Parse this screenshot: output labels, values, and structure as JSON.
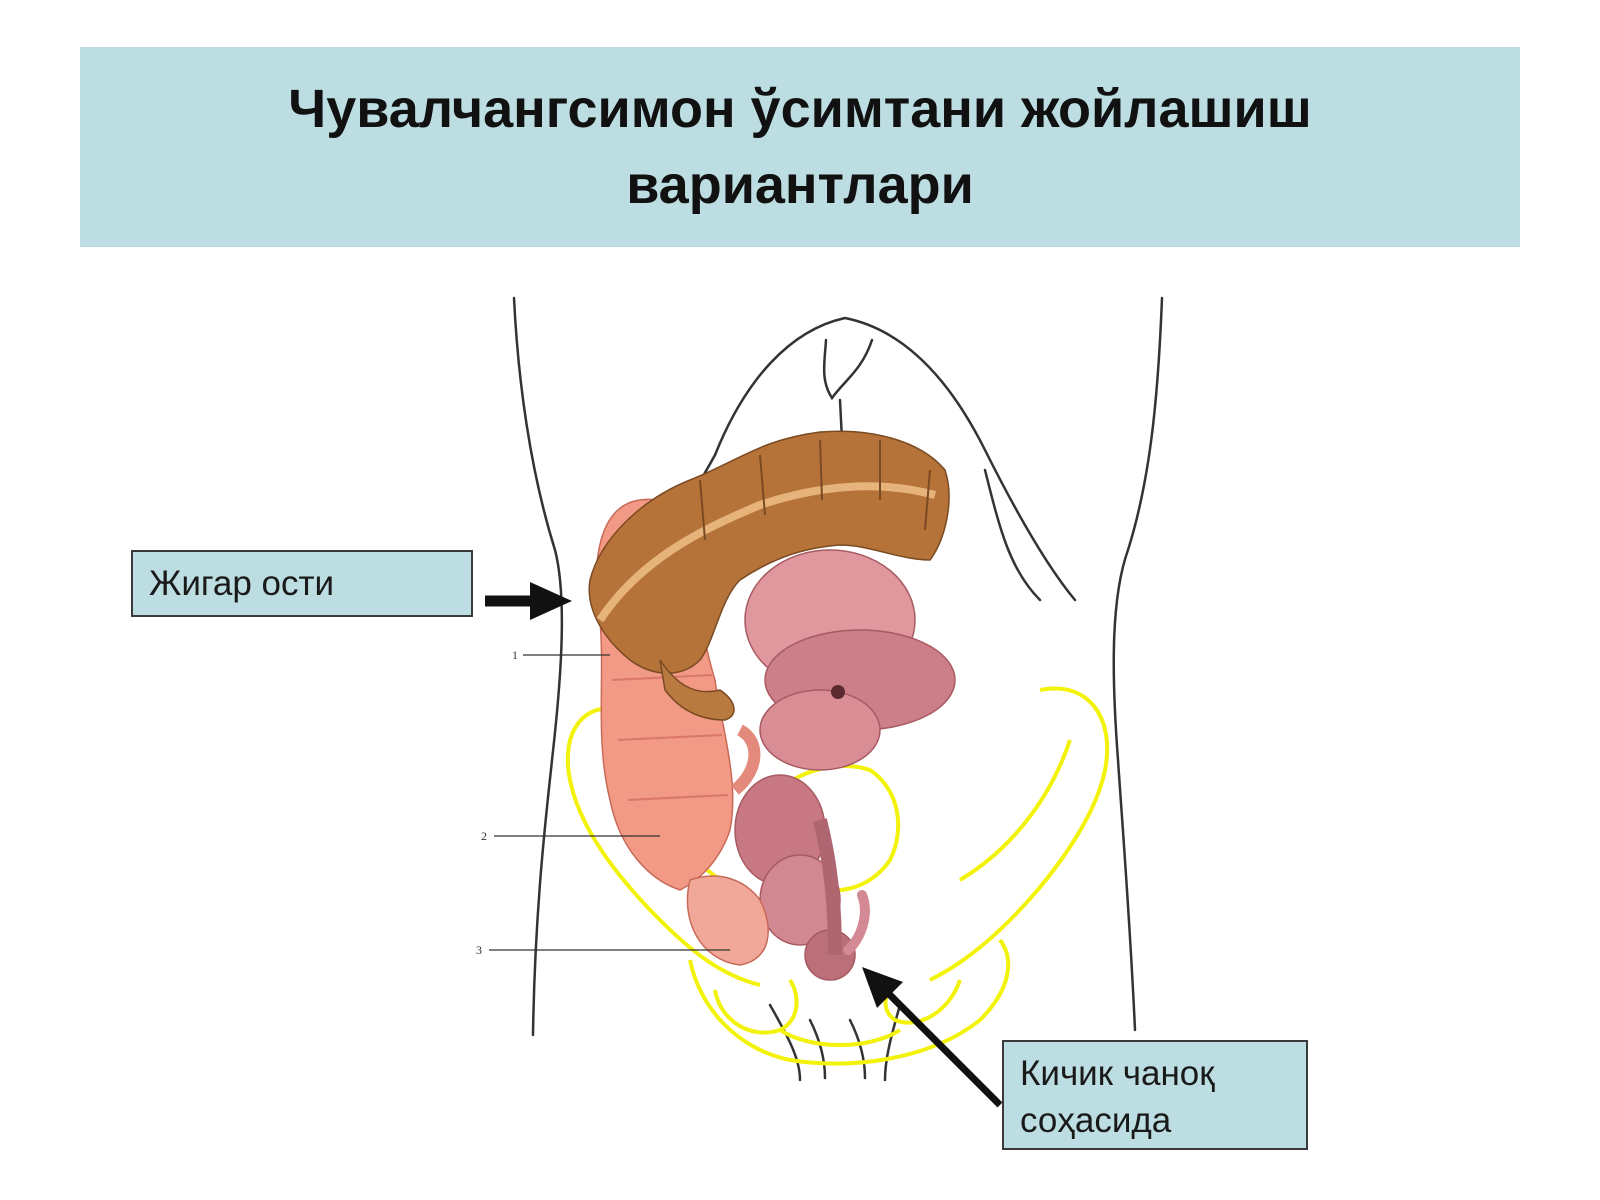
{
  "title": {
    "line1": "Чувалчангсимон ўсимтани жойлашиш",
    "line2": "вариантлари"
  },
  "labels": {
    "liver": "Жигар ости",
    "pelvis_line1": "Кичик чаноқ",
    "pelvis_line2": "соҳасида"
  },
  "figure_numbers": [
    "1",
    "2",
    "3"
  ],
  "colors": {
    "title_background": "#bcdde1",
    "label_background": "#bcdde1",
    "colon_transverse": "#b5733a",
    "colon_ascending": "#f29a86",
    "small_intestine": "#d6868c",
    "pelvis_outline": "#f2f20a",
    "body_outline": "#333333"
  }
}
